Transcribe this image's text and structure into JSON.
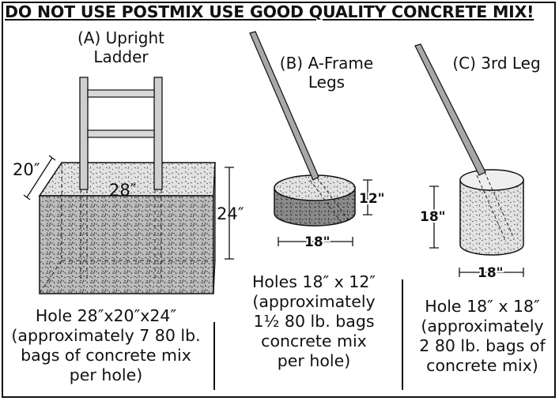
{
  "banner": "DO NOT USE POSTMIX USE GOOD QUALITY CONCRETE MIX!",
  "panel_a": {
    "title": [
      "(A) Upright",
      "Ladder"
    ],
    "dims": {
      "depth": "20″",
      "width": "28″",
      "height": "24″"
    },
    "caption": [
      "Hole 28″x20″x24″",
      "(approximately 7  80 lb.",
      "bags  of concrete mix",
      "per hole)"
    ]
  },
  "panel_b": {
    "title": [
      "(B) A-Frame",
      "Legs"
    ],
    "dims": {
      "height": "12\"",
      "width": "18\""
    },
    "caption": [
      "Holes 18″ x 12″",
      "(approximately",
      "1½ 80 lb. bags",
      "concrete mix",
      "per hole)"
    ]
  },
  "panel_c": {
    "title": [
      "(C) 3rd Leg"
    ],
    "dims": {
      "height": "18\"",
      "width": "18\""
    },
    "caption": [
      "Hole 18″ x 18″",
      "(approximately",
      "2  80 lb. bags of",
      "concrete mix)"
    ]
  }
}
